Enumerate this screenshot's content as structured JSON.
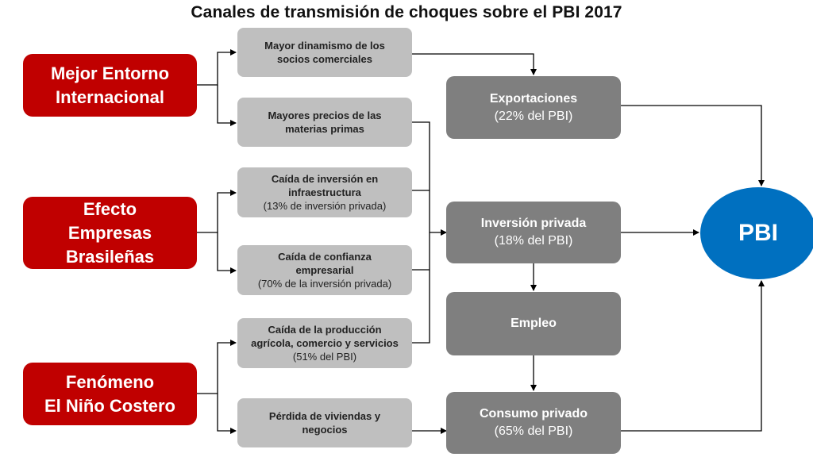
{
  "title": "Canales de transmisión de choques sobre el PBI 2017",
  "sources": [
    {
      "line1": "Mejor Entorno",
      "line2": "Internacional"
    },
    {
      "line1": "Efecto",
      "line2": "Empresas",
      "line3": "Brasileñas"
    },
    {
      "line1": "Fenómeno",
      "line2": "El Niño Costero"
    }
  ],
  "channels": [
    {
      "line1": "Mayor dinamismo de los",
      "line2": "socios comerciales"
    },
    {
      "line1": "Mayores precios de las",
      "line2": "materias primas"
    },
    {
      "line1": "Caída de inversión en",
      "line2": "infraestructura",
      "note": "(13% de inversión privada)"
    },
    {
      "line1": "Caída de confianza",
      "line2": "empresarial",
      "note": "(70% de la inversión privada)"
    },
    {
      "line1": "Caída de la producción",
      "line2": "agrícola, comercio y servicios",
      "note": "(51% del PBI)"
    },
    {
      "line1": "Pérdida de viviendas y",
      "line2": "negocios"
    }
  ],
  "outcomes": {
    "exportaciones": {
      "label": "Exportaciones",
      "share": "(22% del PBI)"
    },
    "inversion": {
      "label": "Inversión privada",
      "share": "(18% del PBI)"
    },
    "empleo": {
      "label": "Empleo"
    },
    "consumo": {
      "label": "Consumo privado",
      "share": "(65% del PBI)"
    }
  },
  "target": "PBI",
  "colors": {
    "source": "#c00000",
    "channel": "#bfbfbf",
    "outcome": "#7f7f7f",
    "target": "#0070c0"
  }
}
